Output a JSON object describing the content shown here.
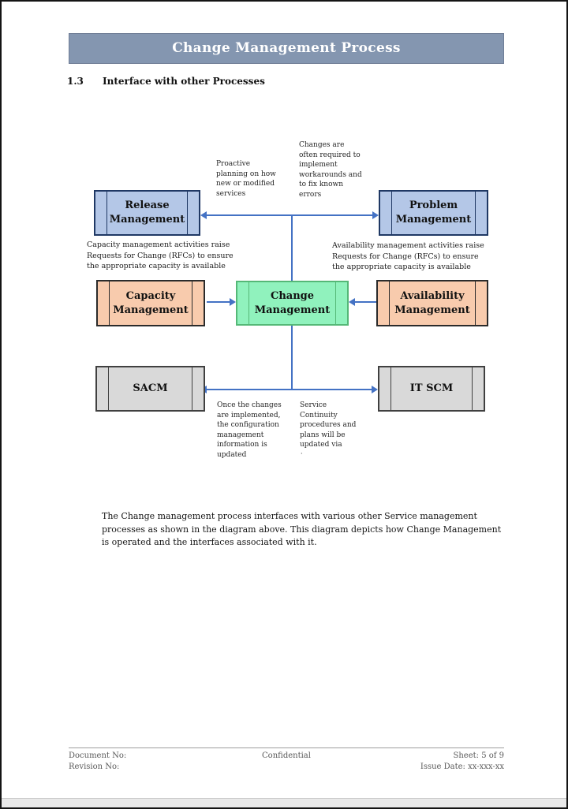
{
  "header": {
    "title": "Change Management Process"
  },
  "section": {
    "number": "1.3",
    "title": "Interface with other Processes"
  },
  "diagram": {
    "arrow_color": "#4472c4",
    "boxes": [
      {
        "label": "Release\nManagement",
        "fill": "#b4c7e7",
        "border": "#1f3864"
      },
      {
        "label": "Problem\nManagement",
        "fill": "#b4c7e7",
        "border": "#1f3864"
      },
      {
        "label": "Capacity\nManagement",
        "fill": "#f8cbad",
        "border": "#2b2b2b"
      },
      {
        "label": "Change\nManagement",
        "fill": "#90f2bd",
        "border": "#55b877"
      },
      {
        "label": "Availability\nManagement",
        "fill": "#f8cbad",
        "border": "#2b2b2b"
      },
      {
        "label": "SACM",
        "fill": "#d9d9d9",
        "border": "#404040"
      },
      {
        "label": "IT SCM",
        "fill": "#d9d9d9",
        "border": "#404040"
      }
    ],
    "annotations": {
      "proactive": "Proactive\nplanning on how\nnew or modified\nservices",
      "changes": "Changes are\noften required to\nimplement\nworkarounds and\nto fix known\nerrors",
      "capacity_caption": "Capacity management activities raise\nRequests for Change (RFCs) to ensure\nthe appropriate capacity is available",
      "availability_caption": "Availability management activities raise\nRequests for Change (RFCs) to ensure\nthe appropriate capacity is available",
      "once_changes": "Once the changes\nare implemented,\nthe configuration\nmanagement\ninformation is\nupdated",
      "service_continuity": "Service\nContinuity\nprocedures and\nplans will be\nupdated via",
      "clipped_mark": "·"
    }
  },
  "body": {
    "paragraph": "The Change management process interfaces with various other Service management processes as shown in the diagram above. This diagram depicts how Change Management is operated and the interfaces associated with it."
  },
  "footer": {
    "document_no": "Document No:",
    "revision_no": "Revision No:",
    "confidential": "Confidential",
    "sheet": "Sheet: 5 of 9",
    "issue_date": "Issue Date: xx-xxx-xx"
  }
}
